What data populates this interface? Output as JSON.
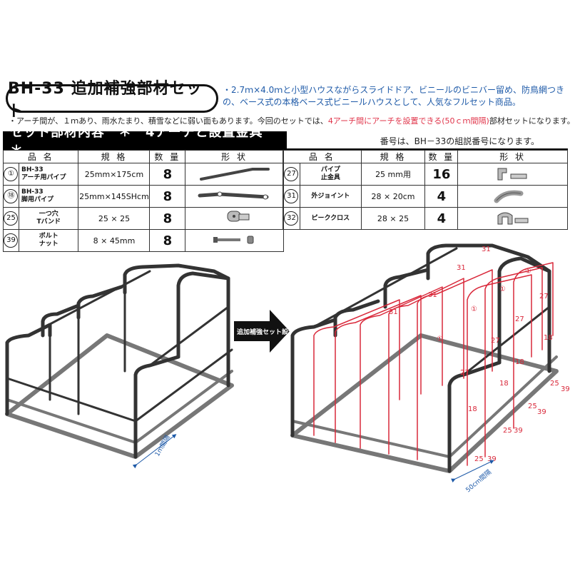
{
  "header": {
    "title": "BH-33 追加補強部材セット",
    "intro": "・2.7ｍ×4.0ｍと小型ハウスながらスライドドア、ビニールのビニバー留め、防鳥網つきの、ベース式の本格ベース式ビニールハウスとして、人気なフルセット商品。",
    "note_pre": "・アーチ間が、１ｍあり、雨水たまり、積雪などに弱い面もあります。今回のセットでは、",
    "note_highlight": "4アーチ間にアーチを設置できる(50ｃｍ間隔)",
    "note_post": "部材セットになります。"
  },
  "section": {
    "title": "セット部材内容　＊　4アーチと設置金具　＊",
    "note": "番号は、BH－33の組説番号になります。"
  },
  "table_headers": {
    "name": "品 名",
    "spec": "規 格",
    "qty": "数 量",
    "shape": "形 状"
  },
  "parts_left": [
    {
      "no": "①",
      "name1": "BH-33",
      "name2": "アーチ用パイプ",
      "spec": "25mm×175cm",
      "qty": "8"
    },
    {
      "no": "⑱",
      "name1": "BH-33",
      "name2": "脚用パイプ",
      "spec": "25mm×145SHcm",
      "qty": "8"
    },
    {
      "no": "25",
      "name1": "一つ穴",
      "name2": "Tバンド",
      "spec": "25 × 25",
      "qty": "8"
    },
    {
      "no": "39",
      "name1": "ボルト",
      "name2": "ナット",
      "spec": "8 × 45mm",
      "qty": "8"
    }
  ],
  "parts_right": [
    {
      "no": "27",
      "name1": "パイプ",
      "name2": "止金具",
      "spec": "25 mm用",
      "qty": "16"
    },
    {
      "no": "31",
      "name1": "外ジョイント",
      "name2": "",
      "spec": "28 × 20cm",
      "qty": "4"
    },
    {
      "no": "32",
      "name1": "ピーククロス",
      "name2": "",
      "spec": "28 × 25",
      "qty": "4"
    }
  ],
  "diagram": {
    "arrow_label": "追加補強セット設置",
    "left_dim": "1m間隔",
    "right_dim": "50cm間隔",
    "labels": {
      "a1": "①",
      "a18": "18",
      "a25": "25",
      "a27": "27",
      "a31": "31",
      "a39": "39"
    },
    "colors": {
      "frame": "#333333",
      "added": "#d9283a"
    }
  }
}
